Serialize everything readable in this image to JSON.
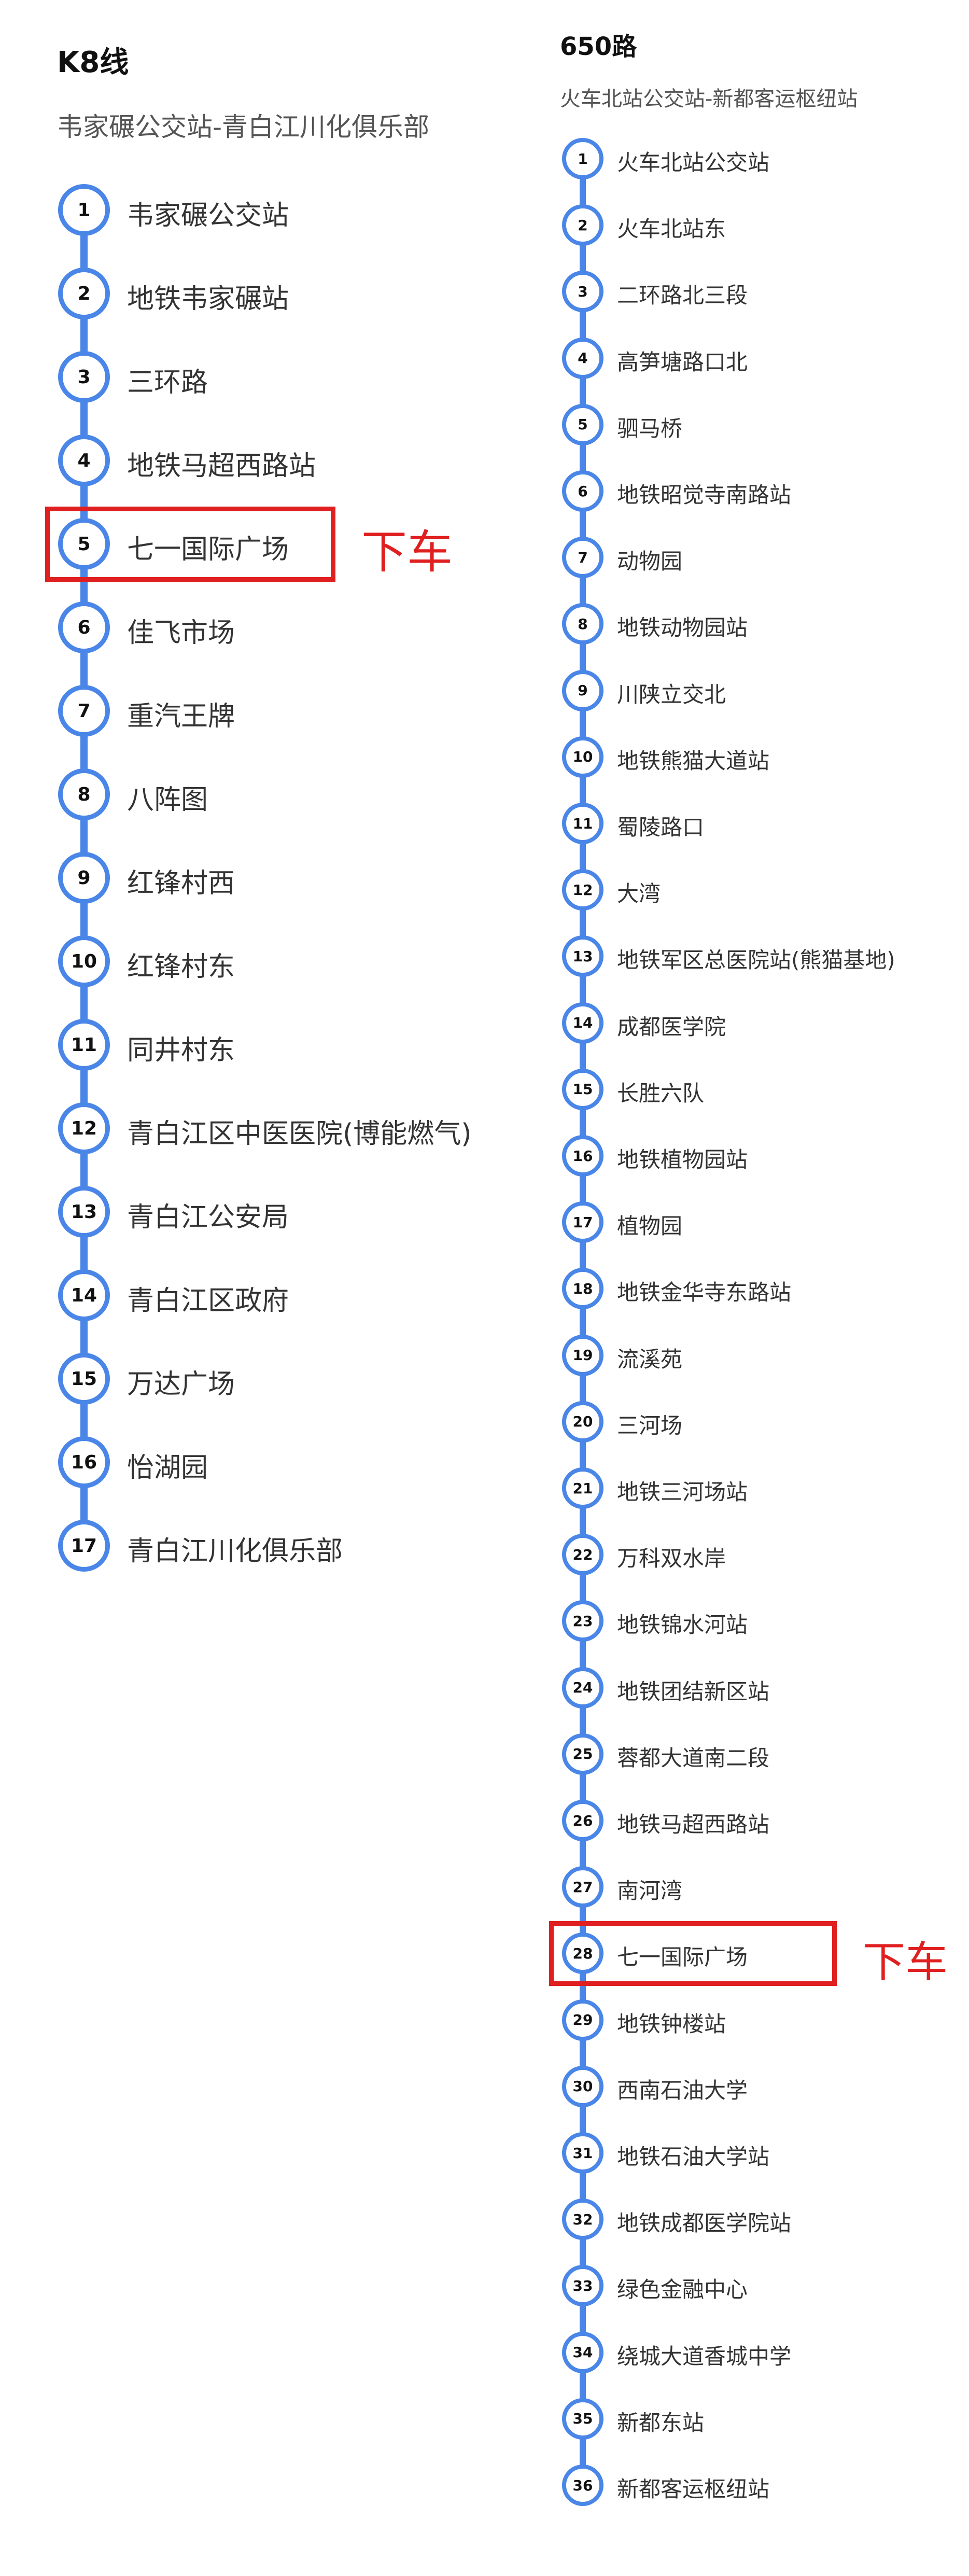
{
  "routes": [
    {
      "name": "K8线",
      "description": "韦家碾公交站-青白江川化俱乐部",
      "line_color": "#4a86e8",
      "stops": [
        {
          "number": "1",
          "name": "韦家碾公交站"
        },
        {
          "number": "2",
          "name": "地铁韦家碾站"
        },
        {
          "number": "3",
          "name": "三环路"
        },
        {
          "number": "4",
          "name": "地铁马超西路站"
        },
        {
          "number": "5",
          "name": "七一国际广场"
        },
        {
          "number": "6",
          "name": "佳飞市场"
        },
        {
          "number": "7",
          "name": "重汽王牌"
        },
        {
          "number": "8",
          "name": "八阵图"
        },
        {
          "number": "9",
          "name": "红锋村西"
        },
        {
          "number": "10",
          "name": "红锋村东"
        },
        {
          "number": "11",
          "name": "同井村东"
        },
        {
          "number": "12",
          "name": "青白江区中医医院(博能燃气)"
        },
        {
          "number": "13",
          "name": "青白江公安局"
        },
        {
          "number": "14",
          "name": "青白江区政府"
        },
        {
          "number": "15",
          "name": "万达广场"
        },
        {
          "number": "16",
          "name": "怡湖园"
        },
        {
          "number": "17",
          "name": "青白江川化俱乐部"
        }
      ],
      "highlight": {
        "stop_number": "5",
        "label": "下车",
        "color": "#e02020"
      }
    },
    {
      "name": "650路",
      "description": "火车北站公交站-新都客运枢纽站",
      "line_color": "#4a86e8",
      "stops": [
        {
          "number": "1",
          "name": "火车北站公交站"
        },
        {
          "number": "2",
          "name": "火车北站东"
        },
        {
          "number": "3",
          "name": "二环路北三段"
        },
        {
          "number": "4",
          "name": "高笋塘路口北"
        },
        {
          "number": "5",
          "name": "驷马桥"
        },
        {
          "number": "6",
          "name": "地铁昭觉寺南路站"
        },
        {
          "number": "7",
          "name": "动物园"
        },
        {
          "number": "8",
          "name": "地铁动物园站"
        },
        {
          "number": "9",
          "name": "川陕立交北"
        },
        {
          "number": "10",
          "name": "地铁熊猫大道站"
        },
        {
          "number": "11",
          "name": "蜀陵路口"
        },
        {
          "number": "12",
          "name": "大湾"
        },
        {
          "number": "13",
          "name": "地铁军区总医院站(熊猫基地)"
        },
        {
          "number": "14",
          "name": "成都医学院"
        },
        {
          "number": "15",
          "name": "长胜六队"
        },
        {
          "number": "16",
          "name": "地铁植物园站"
        },
        {
          "number": "17",
          "name": "植物园"
        },
        {
          "number": "18",
          "name": "地铁金华寺东路站"
        },
        {
          "number": "19",
          "name": "流溪苑"
        },
        {
          "number": "20",
          "name": "三河场"
        },
        {
          "number": "21",
          "name": "地铁三河场站"
        },
        {
          "number": "22",
          "name": "万科双水岸"
        },
        {
          "number": "23",
          "name": "地铁锦水河站"
        },
        {
          "number": "24",
          "name": "地铁团结新区站"
        },
        {
          "number": "25",
          "name": "蓉都大道南二段"
        },
        {
          "number": "26",
          "name": "地铁马超西路站"
        },
        {
          "number": "27",
          "name": "南河湾"
        },
        {
          "number": "28",
          "name": "七一国际广场"
        },
        {
          "number": "29",
          "name": "地铁钟楼站"
        },
        {
          "number": "30",
          "name": "西南石油大学"
        },
        {
          "number": "31",
          "name": "地铁石油大学站"
        },
        {
          "number": "32",
          "name": "地铁成都医学院站"
        },
        {
          "number": "33",
          "name": "绿色金融中心"
        },
        {
          "number": "34",
          "name": "绕城大道香城中学"
        },
        {
          "number": "35",
          "name": "新都东站"
        },
        {
          "number": "36",
          "name": "新都客运枢纽站"
        }
      ],
      "highlight": {
        "stop_number": "28",
        "label": "下车",
        "color": "#e02020"
      }
    }
  ]
}
